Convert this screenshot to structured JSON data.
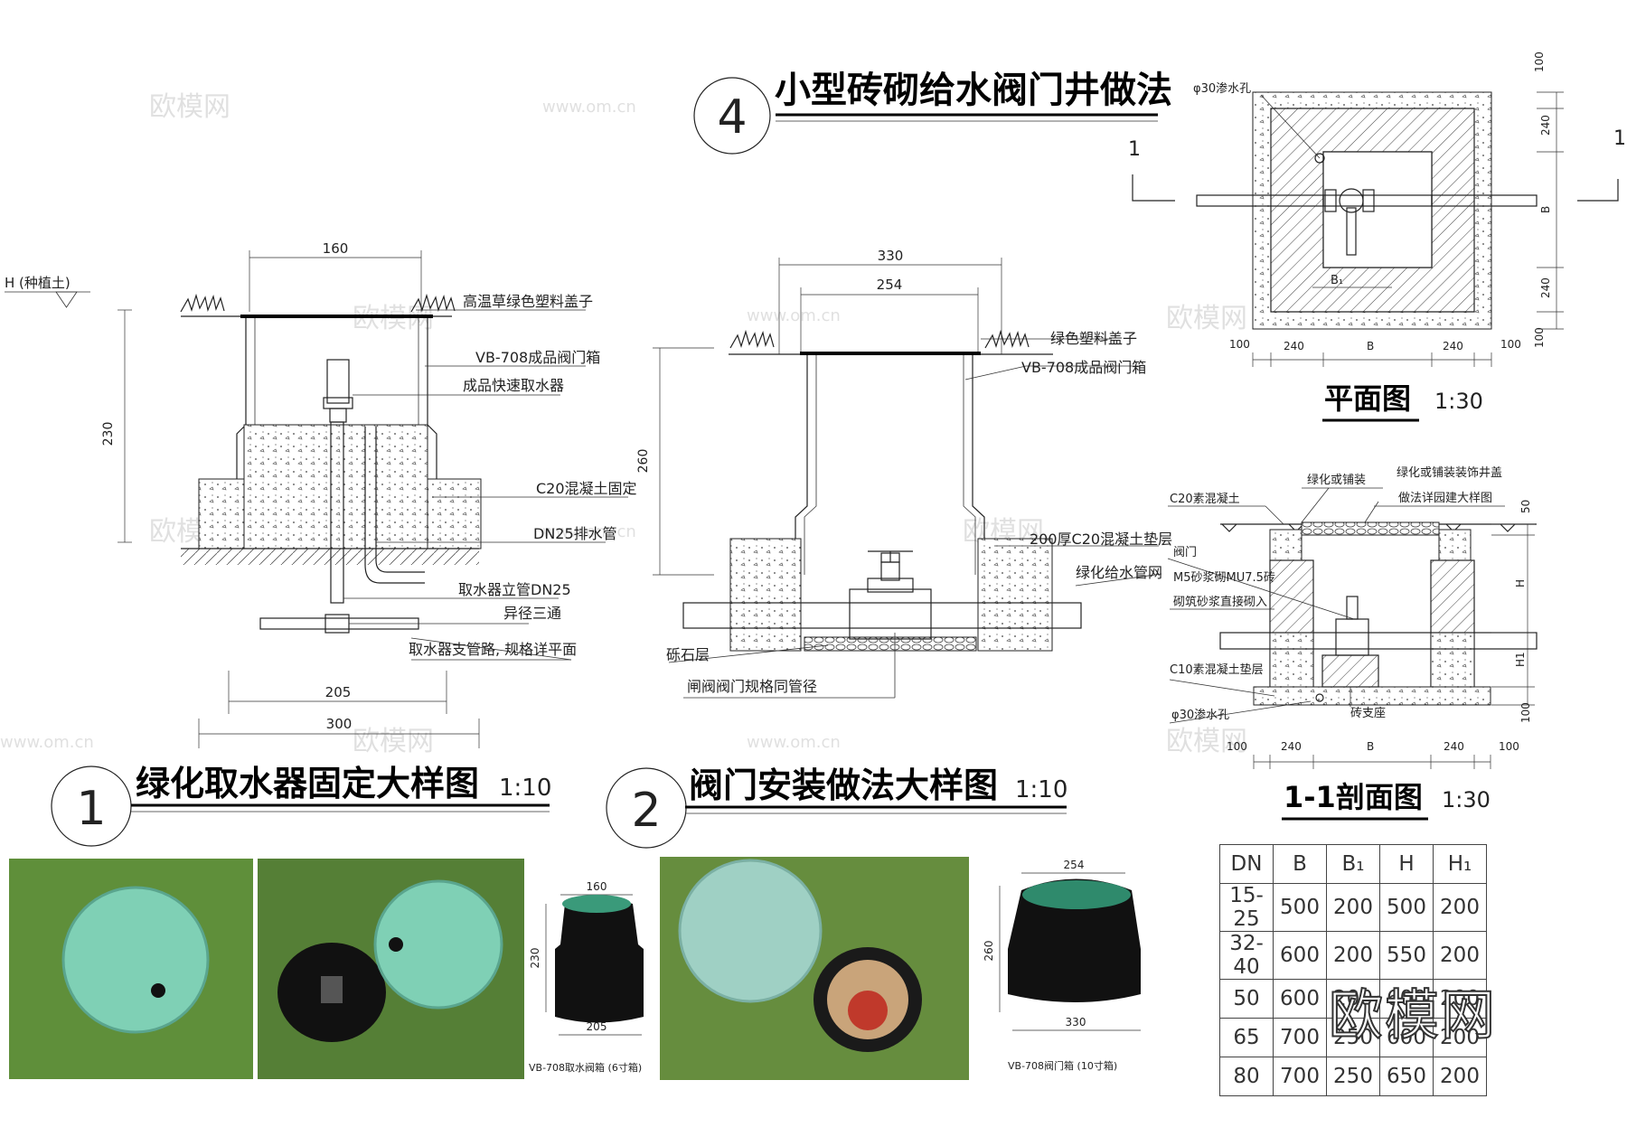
{
  "watermark": {
    "logo": "欧模网",
    "url": "www.om.cn",
    "big": "欧模网"
  },
  "title4": {
    "number": "4",
    "text": "小型砖砌给水阀门井做法"
  },
  "plan": {
    "title": "平面图",
    "scale": "1:30",
    "section_mark": "1",
    "hole_label": "φ30渗水孔",
    "dims_right": [
      "100",
      "240",
      "B",
      "240",
      "100"
    ],
    "dims_bottom": [
      "100",
      "240",
      "B",
      "240",
      "100"
    ],
    "b1": "B₁"
  },
  "section": {
    "title": "1-1剖面图",
    "scale": "1:30",
    "labels": {
      "green_pave": "绿化或铺装",
      "cover": "绿化或铺装装饰井盖",
      "cover_note": "做法详园建大样图",
      "c20": "C20素混凝土",
      "valve": "阀门",
      "brick": "M5砂浆砌MU7.5砖",
      "brick2": "砌筑砂浆直接砌入",
      "c10": "C10素混凝土垫层",
      "hole": "φ30渗水孔",
      "support": "砖支座"
    },
    "dims_right": [
      "50",
      "H",
      "H1",
      "100"
    ],
    "dims_bottom": [
      "100",
      "240",
      "B",
      "240",
      "100"
    ]
  },
  "detail1": {
    "number": "1",
    "title": "绿化取水器固定大样图",
    "scale": "1:10",
    "soil": "H (种植土)",
    "labels": {
      "cover": "高温草绿色塑料盖子",
      "box": "VB-708成品阀门箱",
      "taker": "成品快速取水器",
      "concrete": "C20混凝土固定",
      "drain": "DN25排水管",
      "riser": "取水器立管DN25",
      "tee": "异径三通",
      "branch": "取水器支管路, 规格详平面"
    },
    "dims": {
      "top": "160",
      "height": "230",
      "b1": "205",
      "b2": "300"
    }
  },
  "detail2": {
    "number": "2",
    "title": "阀门安装做法大样图",
    "scale": "1:10",
    "labels": {
      "cover": "绿色塑料盖子",
      "box": "VB-708成品阀门箱",
      "pad": "200厚C20混凝土垫层",
      "pipe": "绿化给水管网",
      "gravel": "砾石层",
      "gate": "闸阀阀门规格同管径"
    },
    "dims": {
      "outer": "330",
      "inner": "254",
      "height": "260"
    }
  },
  "products": {
    "small": {
      "top": "160",
      "height": "230",
      "bottom": "205",
      "caption": "VB-708取水阀箱 (6寸箱)"
    },
    "large": {
      "top": "254",
      "height": "260",
      "bottom": "330",
      "caption": "VB-708阀门箱 (10寸箱)"
    }
  },
  "spec_table": {
    "headers": [
      "DN",
      "B",
      "B₁",
      "H",
      "H₁"
    ],
    "rows": [
      [
        "15-25",
        "500",
        "200",
        "500",
        "200"
      ],
      [
        "32-40",
        "600",
        "200",
        "550",
        "200"
      ],
      [
        "50",
        "600",
        "200",
        "600",
        "200"
      ],
      [
        "65",
        "700",
        "250",
        "600",
        "200"
      ],
      [
        "80",
        "700",
        "250",
        "650",
        "200"
      ]
    ]
  },
  "colors": {
    "grass": "#5f8f3a",
    "cover_green": "#7fd0b5",
    "box_black": "#1a1a1a",
    "pipe_red": "#c0392b"
  }
}
